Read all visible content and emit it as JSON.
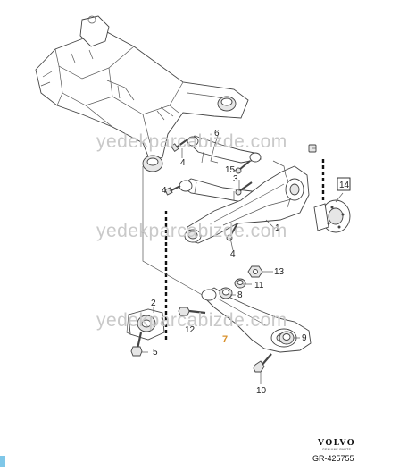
{
  "watermarks": [
    "yedekparcabizde.com",
    "yedekparcabizde.com",
    "yedekparcabizde.com"
  ],
  "callouts": {
    "c1": "1",
    "c2": "2",
    "c3": "3",
    "c4a": "4",
    "c4b": "4",
    "c4c": "4",
    "c5": "5",
    "c6": "6",
    "c7": "7",
    "c8": "8",
    "c9": "9",
    "c10": "10",
    "c11": "11",
    "c12": "12",
    "c13": "13",
    "c14": "14",
    "c15": "15"
  },
  "brand": {
    "name": "VOLVO",
    "sub": "GENUINE PARTS"
  },
  "diagram_code": "GR-425755",
  "colors": {
    "highlight": "#d9902a",
    "line": "#444444",
    "watermark": "#c9c9c9",
    "corner_marker": "#7fc7e8"
  }
}
